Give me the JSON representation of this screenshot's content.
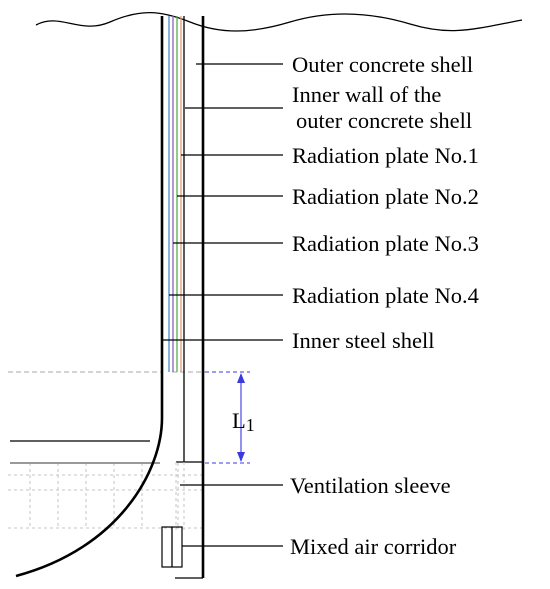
{
  "labels": {
    "outer_concrete_shell": "Outer concrete shell",
    "inner_wall_line1": "Inner wall of the",
    "inner_wall_line2": "outer concrete shell",
    "radiation_plate_1": "Radiation plate No.1",
    "radiation_plate_2": "Radiation plate No.2",
    "radiation_plate_3": "Radiation plate No.3",
    "radiation_plate_4": "Radiation plate No.4",
    "inner_steel_shell": "Inner steel shell",
    "ventilation_sleeve": "Ventilation sleeve",
    "mixed_air_corridor": "Mixed air corridor"
  },
  "dimension": {
    "symbol": "L",
    "subscript": "1"
  },
  "colors": {
    "plate_1": "#e0a070",
    "plate_2": "#50b050",
    "plate_3": "#9060c0",
    "plate_4": "#4090d0",
    "dimension": "#3a3ae0"
  }
}
